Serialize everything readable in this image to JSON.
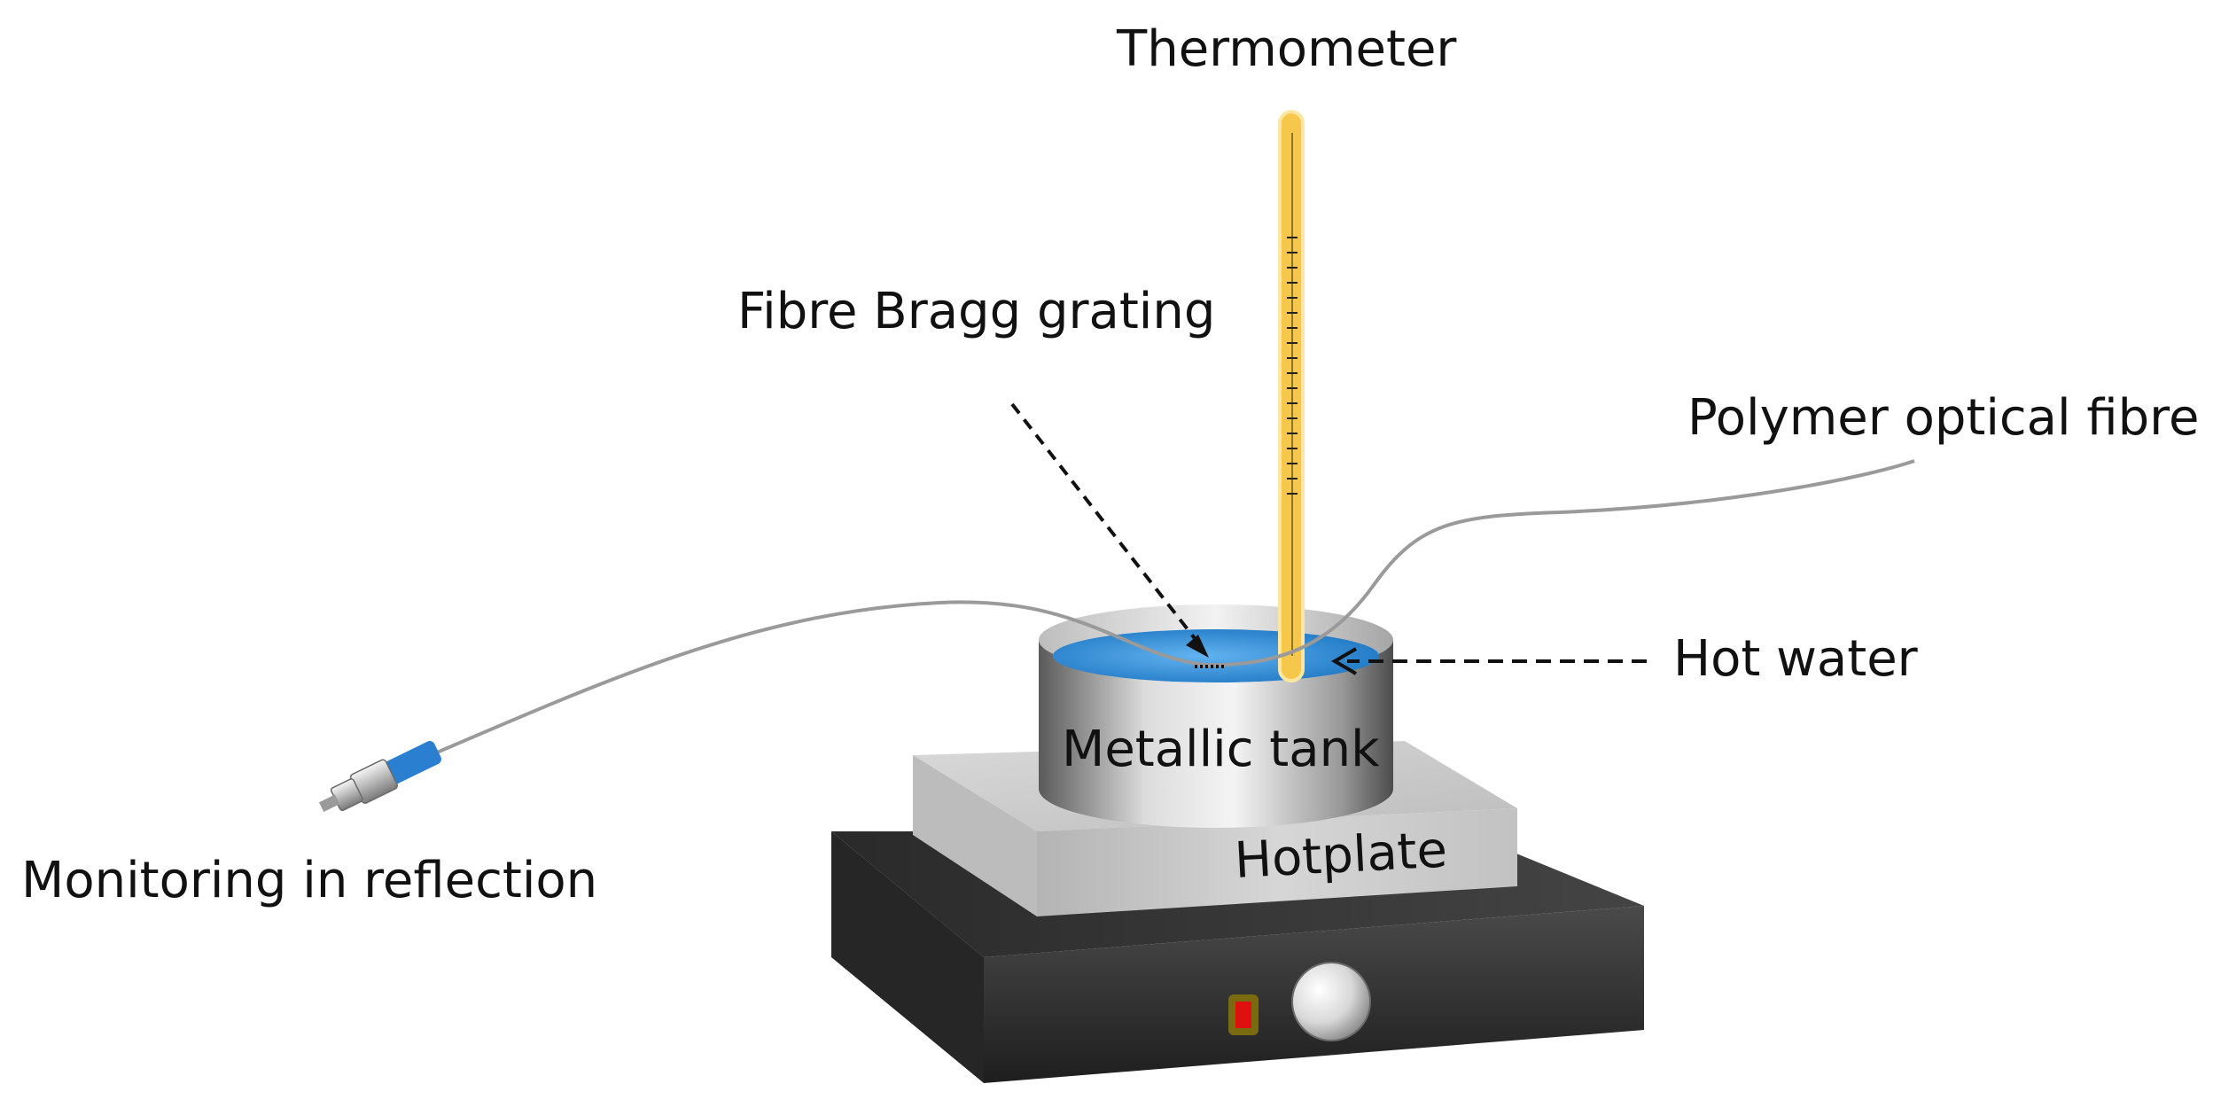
{
  "labels": {
    "thermometer": "Thermometer",
    "fbg": "Fibre Bragg grating",
    "pof": "Polymer optical fibre",
    "hot_water": "Hot water",
    "metallic_tank": "Metallic tank",
    "hotplate": "Hotplate",
    "monitoring": "Monitoring in reflection"
  },
  "colors": {
    "thermometer": "#f5c84c",
    "thermometer_glow": "#fde7a0",
    "water": "#3a8fd6",
    "fibre": "#9a9a9a",
    "connector_blue": "#2a7fd0",
    "plate_top": "#c8c8c8",
    "base_dark": "#2f2f2f",
    "indicator": "#e01010"
  },
  "icons": {
    "connector": "fc-connector-icon",
    "knob": "control-knob-icon",
    "indicator": "power-indicator-icon"
  }
}
